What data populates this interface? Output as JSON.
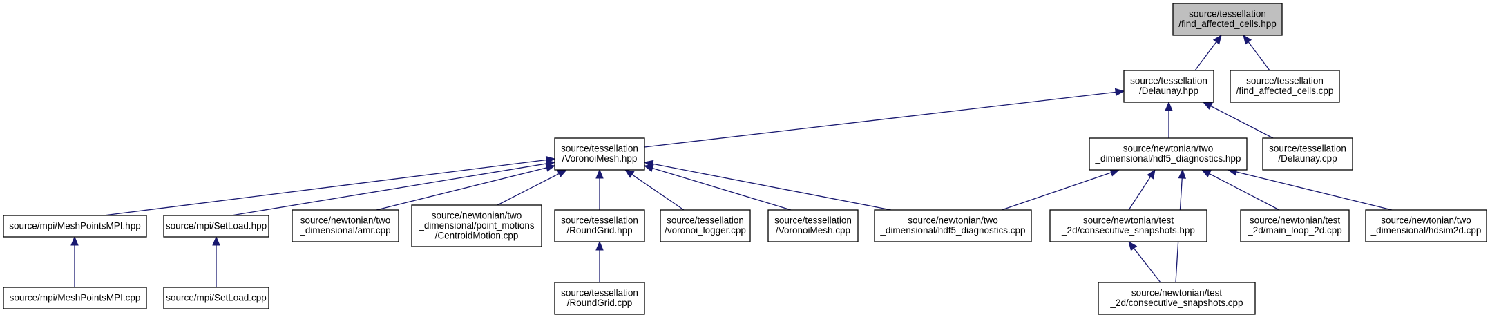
{
  "diagram": {
    "type": "include-dependency-graph",
    "colors": {
      "edge": "#191970",
      "focus_fill": "#bfbfbf",
      "node_fill": "#ffffff",
      "border": "#000000"
    },
    "nodes": [
      {
        "id": "fac_hpp",
        "lines": [
          "source/tessellation",
          "/find_affected_cells.hpp"
        ],
        "focus": true
      },
      {
        "id": "delaunay_hpp",
        "lines": [
          "source/tessellation",
          "/Delaunay.hpp"
        ]
      },
      {
        "id": "fac_cpp",
        "lines": [
          "source/tessellation",
          "/find_affected_cells.cpp"
        ]
      },
      {
        "id": "voronoi_hpp",
        "lines": [
          "source/tessellation",
          "/VoronoiMesh.hpp"
        ]
      },
      {
        "id": "hdf5_hpp",
        "lines": [
          "source/newtonian/two",
          "_dimensional/hdf5_diagnostics.hpp"
        ]
      },
      {
        "id": "delaunay_cpp",
        "lines": [
          "source/tessellation",
          "/Delaunay.cpp"
        ]
      },
      {
        "id": "meshpoints_hpp",
        "lines": [
          "source/mpi/MeshPointsMPI.hpp"
        ]
      },
      {
        "id": "setload_hpp",
        "lines": [
          "source/mpi/SetLoad.hpp"
        ]
      },
      {
        "id": "amr_cpp",
        "lines": [
          "source/newtonian/two",
          "_dimensional/amr.cpp"
        ]
      },
      {
        "id": "centroid_cpp",
        "lines": [
          "source/newtonian/two",
          "_dimensional/point_motions",
          "/CentroidMotion.cpp"
        ]
      },
      {
        "id": "roundgrid_hpp",
        "lines": [
          "source/tessellation",
          "/RoundGrid.hpp"
        ]
      },
      {
        "id": "vlogger_cpp",
        "lines": [
          "source/tessellation",
          "/voronoi_logger.cpp"
        ]
      },
      {
        "id": "voronoi_cpp",
        "lines": [
          "source/tessellation",
          "/VoronoiMesh.cpp"
        ]
      },
      {
        "id": "hdf5_cpp",
        "lines": [
          "source/newtonian/two",
          "_dimensional/hdf5_diagnostics.cpp"
        ]
      },
      {
        "id": "cons_hpp",
        "lines": [
          "source/newtonian/test",
          "_2d/consecutive_snapshots.hpp"
        ]
      },
      {
        "id": "mainloop_cpp",
        "lines": [
          "source/newtonian/test",
          "_2d/main_loop_2d.cpp"
        ]
      },
      {
        "id": "hdsim_cpp",
        "lines": [
          "source/newtonian/two",
          "_dimensional/hdsim2d.cpp"
        ]
      },
      {
        "id": "meshpoints_cpp",
        "lines": [
          "source/mpi/MeshPointsMPI.cpp"
        ]
      },
      {
        "id": "setload_cpp",
        "lines": [
          "source/mpi/SetLoad.cpp"
        ]
      },
      {
        "id": "roundgrid_cpp",
        "lines": [
          "source/tessellation",
          "/RoundGrid.cpp"
        ]
      },
      {
        "id": "cons_cpp",
        "lines": [
          "source/newtonian/test",
          "_2d/consecutive_snapshots.cpp"
        ]
      }
    ],
    "edges": [
      {
        "from": "delaunay_hpp",
        "to": "fac_hpp"
      },
      {
        "from": "fac_cpp",
        "to": "fac_hpp"
      },
      {
        "from": "voronoi_hpp",
        "to": "delaunay_hpp"
      },
      {
        "from": "hdf5_hpp",
        "to": "delaunay_hpp"
      },
      {
        "from": "delaunay_cpp",
        "to": "delaunay_hpp"
      },
      {
        "from": "meshpoints_hpp",
        "to": "voronoi_hpp"
      },
      {
        "from": "setload_hpp",
        "to": "voronoi_hpp"
      },
      {
        "from": "amr_cpp",
        "to": "voronoi_hpp"
      },
      {
        "from": "centroid_cpp",
        "to": "voronoi_hpp"
      },
      {
        "from": "roundgrid_hpp",
        "to": "voronoi_hpp"
      },
      {
        "from": "vlogger_cpp",
        "to": "voronoi_hpp"
      },
      {
        "from": "voronoi_cpp",
        "to": "voronoi_hpp"
      },
      {
        "from": "hdf5_cpp",
        "to": "voronoi_hpp"
      },
      {
        "from": "hdf5_cpp",
        "to": "hdf5_hpp"
      },
      {
        "from": "cons_hpp",
        "to": "hdf5_hpp"
      },
      {
        "from": "cons_cpp",
        "to": "hdf5_hpp"
      },
      {
        "from": "mainloop_cpp",
        "to": "hdf5_hpp"
      },
      {
        "from": "hdsim_cpp",
        "to": "hdf5_hpp"
      },
      {
        "from": "meshpoints_cpp",
        "to": "meshpoints_hpp"
      },
      {
        "from": "setload_cpp",
        "to": "setload_hpp"
      },
      {
        "from": "roundgrid_cpp",
        "to": "roundgrid_hpp"
      },
      {
        "from": "cons_cpp",
        "to": "cons_hpp"
      }
    ]
  }
}
